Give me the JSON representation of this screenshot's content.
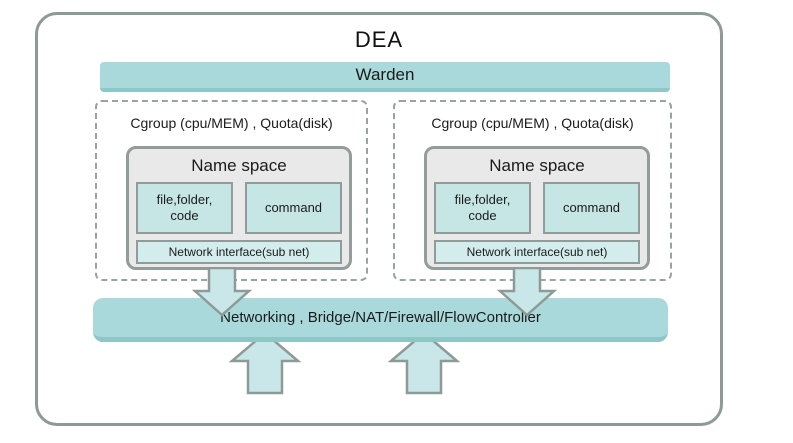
{
  "title": "DEA",
  "warden": {
    "label": "Warden"
  },
  "containers": [
    {
      "cgroup_label": "Cgroup (cpu/MEM) , Quota(disk)",
      "namespace_title": "Name space",
      "file_box": "file,folder,\ncode",
      "command_box": "command",
      "network_interface": "Network interface(sub net)"
    },
    {
      "cgroup_label": "Cgroup (cpu/MEM) , Quota(disk)",
      "namespace_title": "Name space",
      "file_box": "file,folder,\ncode",
      "command_box": "command",
      "network_interface": "Network interface(sub net)"
    }
  ],
  "networking": {
    "label": "Networking , Bridge/NAT/Firewall/FlowController"
  },
  "colors": {
    "bar_fill": "#a9d9da",
    "bar_edge": "#8fc7c8",
    "box_fill": "#c6e6e6",
    "box_fill_light": "#d3ecec",
    "panel_fill": "#e9e9e9",
    "border_gray": "#8f9c9a",
    "dash_gray": "#9aa3a1",
    "outer_gray": "#8e9a96",
    "arrow_fill": "#c9e7e8",
    "arrow_stroke": "#8d9a98"
  }
}
